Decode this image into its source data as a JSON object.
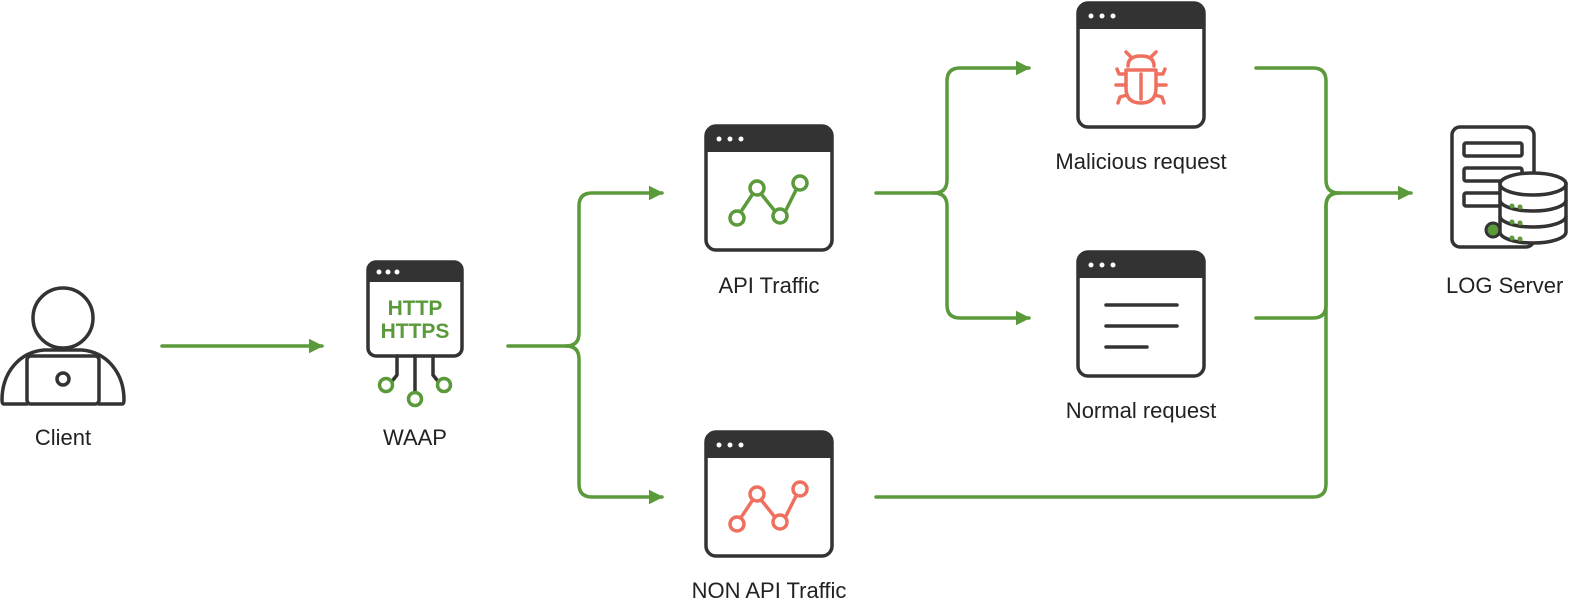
{
  "colors": {
    "flow": "#5a9a3a",
    "icon_dark": "#333333",
    "normal_accent": "#5a9a3a",
    "threat_accent": "#f07060"
  },
  "nodes": {
    "client": {
      "label": "Client",
      "icon": "user-laptop-icon"
    },
    "waap": {
      "label": "WAAP",
      "icon": "waap-chip-icon",
      "badge_line1": "HTTP",
      "badge_line2": "HTTPS"
    },
    "api_traffic": {
      "label": "API Traffic",
      "icon": "green-graph-window-icon"
    },
    "non_api_traffic": {
      "label": "NON API Traffic",
      "icon": "red-graph-window-icon"
    },
    "malicious_request": {
      "label": "Malicious request",
      "icon": "bug-window-icon"
    },
    "normal_request": {
      "label": "Normal request",
      "icon": "text-window-icon"
    },
    "log_server": {
      "label": "LOG Server",
      "icon": "server-database-icon"
    }
  }
}
